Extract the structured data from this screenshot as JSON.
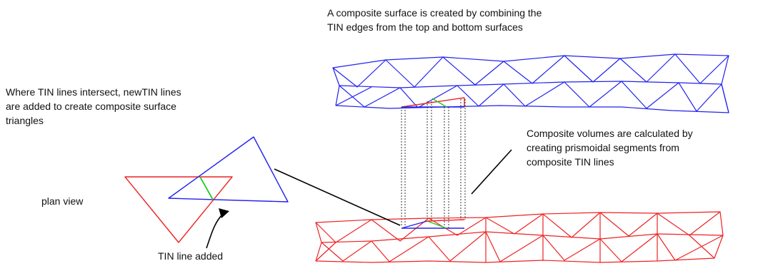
{
  "annotations": {
    "composite_surface": [
      "A composite surface is created by combining the",
      "TIN edges from the top and bottom  surfaces"
    ],
    "intersect_note": [
      "Where TIN lines intersect, newTIN lines",
      "are added to create composite surface",
      "triangles"
    ],
    "volumes_note": [
      "Composite volumes are calculated by",
      "creating prismoidal segments from",
      "composite TIN lines"
    ],
    "plan_view": "plan view",
    "tin_line_added": "TIN line added"
  },
  "colors": {
    "top_surface": "#2222ee",
    "bottom_surface": "#ee2222",
    "added_line": "#22cc22",
    "connector": "#000000"
  }
}
